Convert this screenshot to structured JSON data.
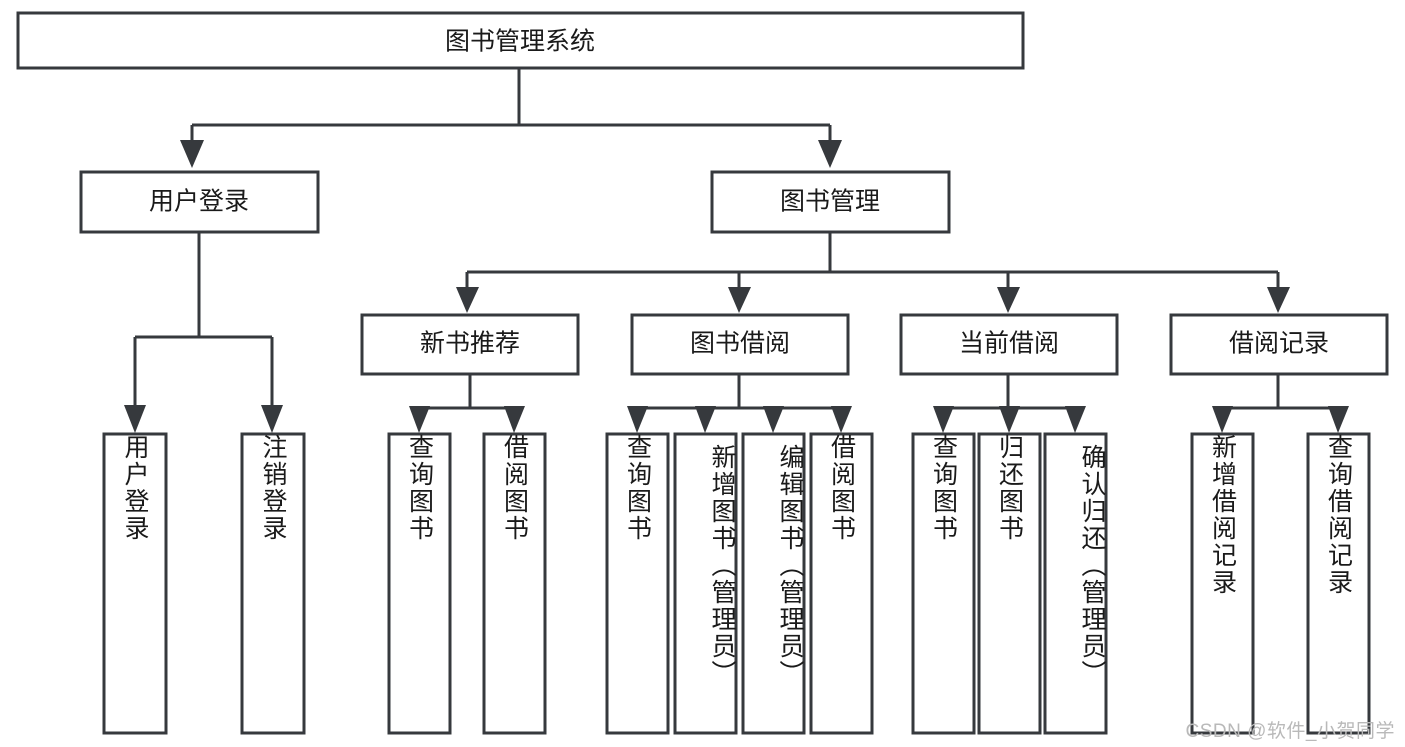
{
  "diagram": {
    "title": "图书管理系统",
    "type": "tree-hierarchy",
    "root": {
      "label": "图书管理系统"
    },
    "level1": [
      {
        "label": "用户登录"
      },
      {
        "label": "图书管理"
      }
    ],
    "level2": [
      {
        "label": "新书推荐",
        "parent": "图书管理"
      },
      {
        "label": "图书借阅",
        "parent": "图书管理"
      },
      {
        "label": "当前借阅",
        "parent": "图书管理"
      },
      {
        "label": "借阅记录",
        "parent": "图书管理"
      }
    ],
    "leaves": {
      "user_login": [
        {
          "label": "用户登录"
        },
        {
          "label": "注销登录"
        }
      ],
      "new_book_recommend": [
        {
          "label": "查询图书"
        },
        {
          "label": "借阅图书"
        }
      ],
      "book_borrow": [
        {
          "label": "查询图书"
        },
        {
          "label": "新增图书（管理员）"
        },
        {
          "label": "编辑图书（管理员）"
        },
        {
          "label": "借阅图书"
        }
      ],
      "current_borrow": [
        {
          "label": "查询图书"
        },
        {
          "label": "归还图书"
        },
        {
          "label": "确认归还（管理员）"
        }
      ],
      "borrow_record": [
        {
          "label": "新增借阅记录"
        },
        {
          "label": "查询借阅记录"
        }
      ]
    }
  },
  "watermark": {
    "text": "CSDN @软件_小贺同学"
  },
  "colors": {
    "stroke": "#36393d",
    "fill": "#ffffff",
    "text": "#1a1a1a",
    "watermark": "#b9b9b9"
  }
}
